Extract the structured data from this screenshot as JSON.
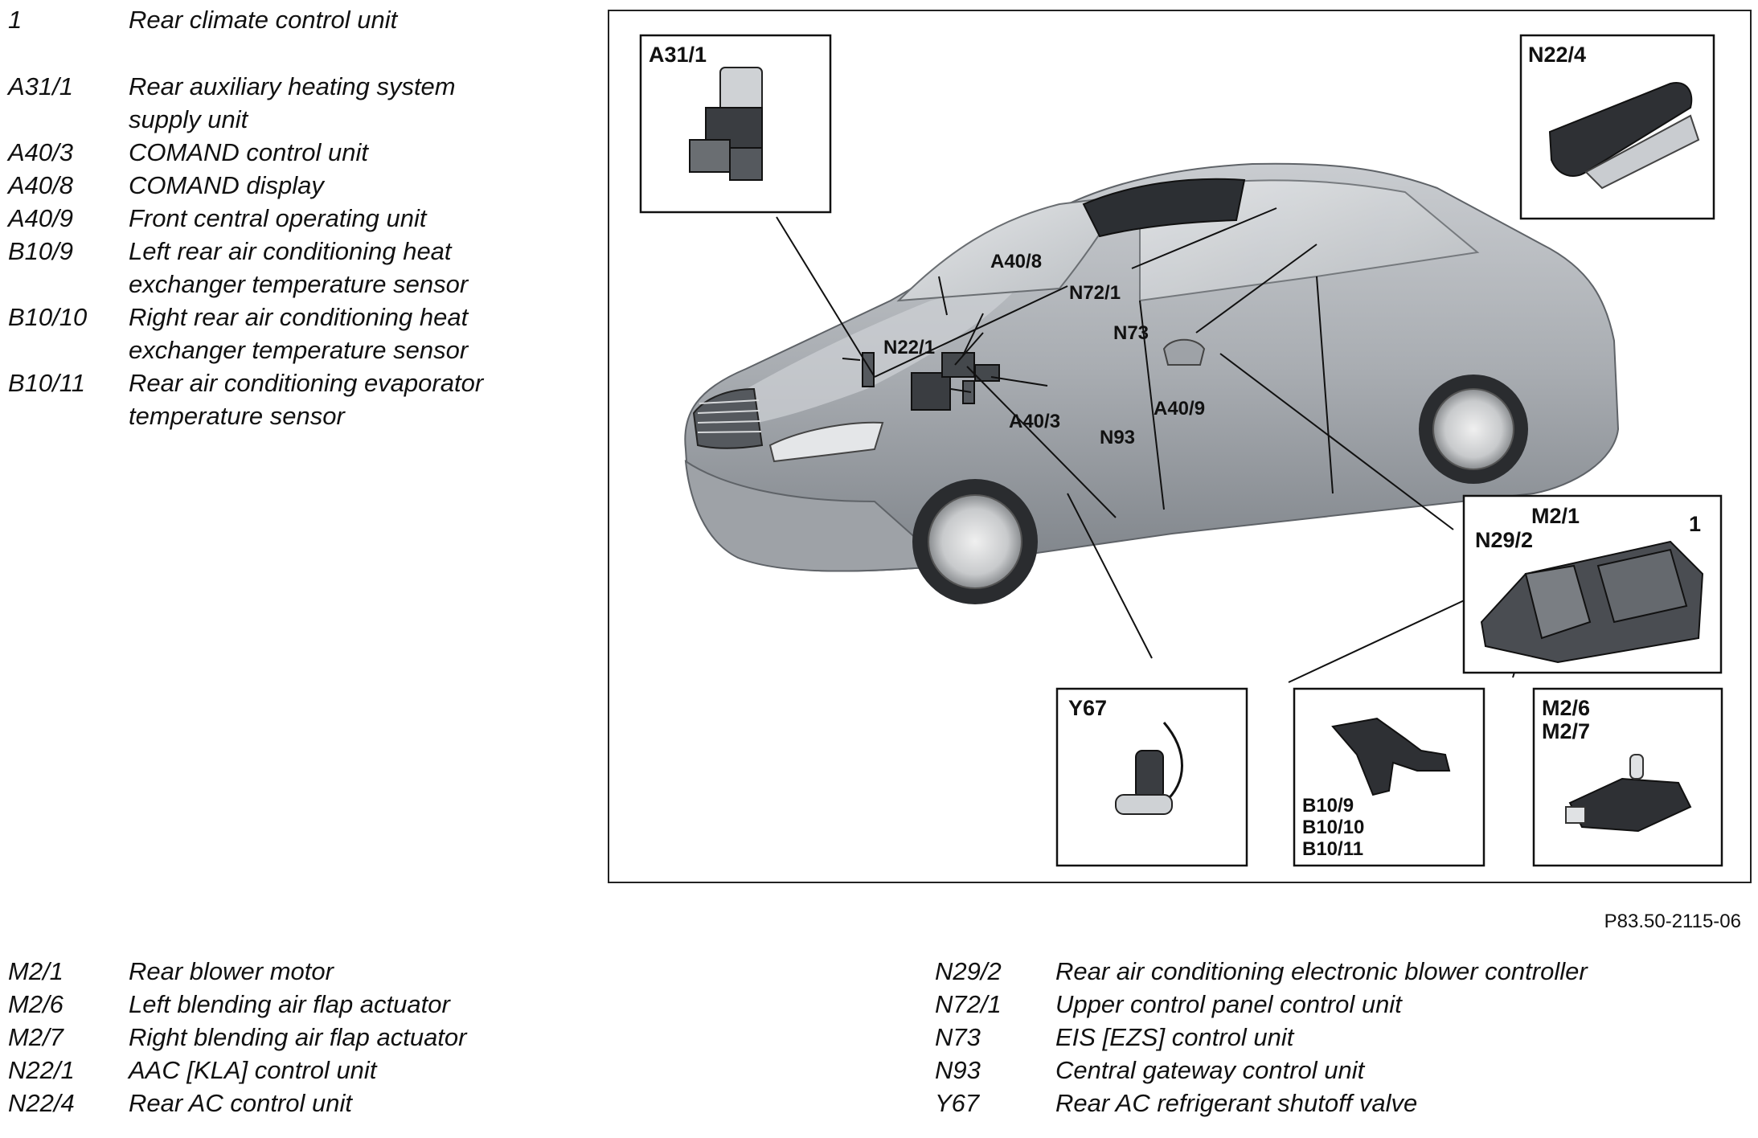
{
  "legend_top": [
    {
      "code": "1",
      "desc": "Rear climate control unit"
    },
    {
      "code": "A31/1",
      "desc": "Rear auxiliary heating system",
      "desc2": "supply unit"
    },
    {
      "code": "A40/3",
      "desc": "COMAND control unit"
    },
    {
      "code": "A40/8",
      "desc": "COMAND display"
    },
    {
      "code": "A40/9",
      "desc": "Front central operating unit"
    },
    {
      "code": "B10/9",
      "desc": "Left rear air conditioning heat",
      "desc2": "exchanger temperature sensor"
    },
    {
      "code": "B10/10",
      "desc": "Right rear air conditioning heat",
      "desc2": "exchanger temperature sensor"
    },
    {
      "code": "B10/11",
      "desc": "Rear air conditioning evaporator",
      "desc2": "temperature sensor"
    }
  ],
  "legend_bottom_left": [
    {
      "code": "M2/1",
      "desc": "Rear blower motor"
    },
    {
      "code": "M2/6",
      "desc": "Left blending air flap actuator"
    },
    {
      "code": "M2/7",
      "desc": "Right blending air flap actuator"
    },
    {
      "code": "N22/1",
      "desc": "AAC [KLA] control unit"
    },
    {
      "code": "N22/4",
      "desc": "Rear AC control unit"
    }
  ],
  "legend_bottom_right": [
    {
      "code": "N29/2",
      "desc": "Rear air conditioning electronic blower controller"
    },
    {
      "code": "N72/1",
      "desc": "Upper control panel control unit"
    },
    {
      "code": "N73",
      "desc": "EIS [EZS] control unit"
    },
    {
      "code": "N93",
      "desc": "Central gateway control unit"
    },
    {
      "code": "Y67",
      "desc": "Rear AC refrigerant shutoff valve"
    }
  ],
  "diagram": {
    "labels": {
      "a31_1": "A31/1",
      "n22_4": "N22/4",
      "a40_8": "A40/8",
      "n72_1": "N72/1",
      "n73": "N73",
      "n22_1": "N22/1",
      "a40_3": "A40/3",
      "a40_9": "A40/9",
      "n93": "N93",
      "n29_2": "N29/2",
      "m2_1": "M2/1",
      "unit_1": "1",
      "y67": "Y67",
      "b10_9": "B10/9",
      "b10_10": "B10/10",
      "b10_11": "B10/11",
      "m2_6": "M2/6",
      "m2_7": "M2/7"
    },
    "figure_id": "P83.50-2115-06"
  }
}
